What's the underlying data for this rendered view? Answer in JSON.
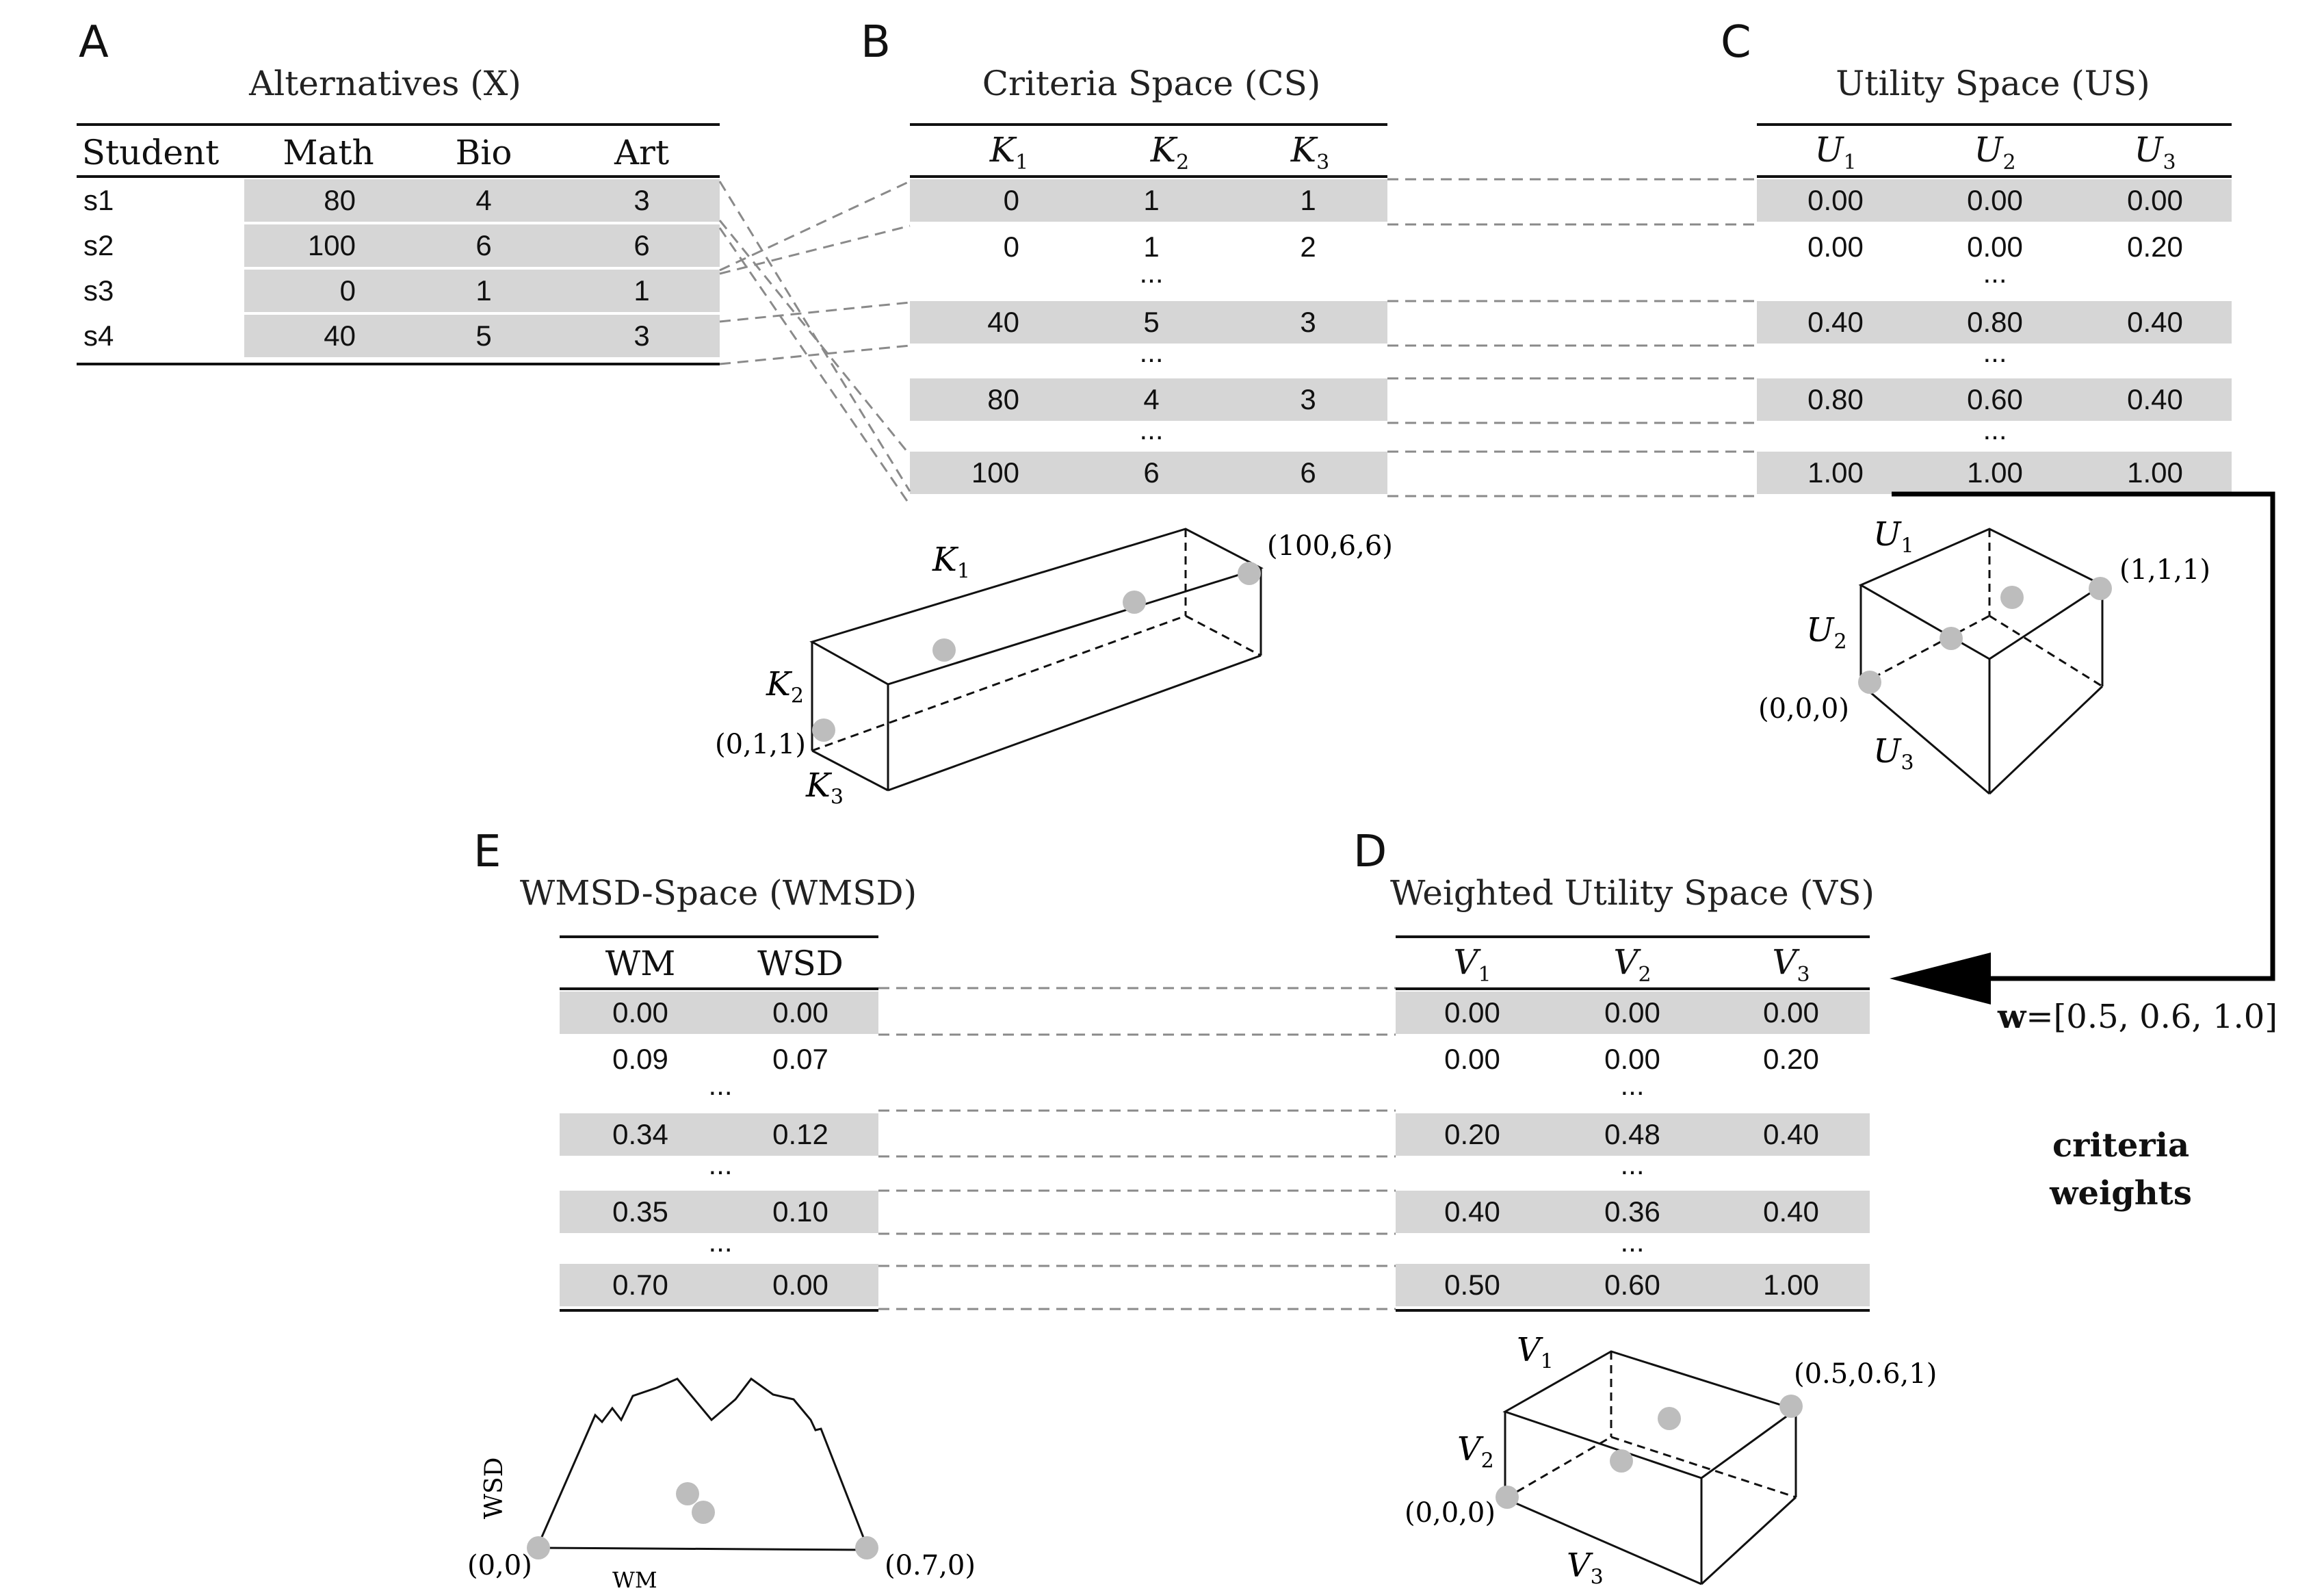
{
  "panels": {
    "A": {
      "letter": "A",
      "title": "Alternatives (X)",
      "headers": [
        "Student",
        "Math",
        "Bio",
        "Art"
      ],
      "rows": [
        [
          "s1",
          "80",
          "4",
          "3"
        ],
        [
          "s2",
          "100",
          "6",
          "6"
        ],
        [
          "s3",
          "0",
          "1",
          "1"
        ],
        [
          "s4",
          "40",
          "5",
          "3"
        ]
      ]
    },
    "B": {
      "letter": "B",
      "title": "Criteria Space (CS)",
      "headers": [
        {
          "base": "K",
          "sub": "1"
        },
        {
          "base": "K",
          "sub": "2"
        },
        {
          "base": "K",
          "sub": "3"
        }
      ],
      "rows": [
        [
          "0",
          "1",
          "1"
        ],
        [
          "0",
          "1",
          "2"
        ],
        [
          "40",
          "5",
          "3"
        ],
        [
          "80",
          "4",
          "3"
        ],
        [
          "100",
          "6",
          "6"
        ]
      ],
      "ellipsis": "...",
      "box": {
        "axis_k1": "K",
        "axis_k1_sub": "1",
        "axis_k2": "K",
        "axis_k2_sub": "2",
        "axis_k3": "K",
        "axis_k3_sub": "3",
        "corner_max": "(100,6,6)",
        "corner_min": "(0,1,1)"
      }
    },
    "C": {
      "letter": "C",
      "title": "Utility Space (US)",
      "headers": [
        {
          "base": "U",
          "sub": "1"
        },
        {
          "base": "U",
          "sub": "2"
        },
        {
          "base": "U",
          "sub": "3"
        }
      ],
      "rows": [
        [
          "0.00",
          "0.00",
          "0.00"
        ],
        [
          "0.00",
          "0.00",
          "0.20"
        ],
        [
          "0.40",
          "0.80",
          "0.40"
        ],
        [
          "0.80",
          "0.60",
          "0.40"
        ],
        [
          "1.00",
          "1.00",
          "1.00"
        ]
      ],
      "ellipsis": "...",
      "cube": {
        "axis_u1": "U",
        "axis_u1_sub": "1",
        "axis_u2": "U",
        "axis_u2_sub": "2",
        "axis_u3": "U",
        "axis_u3_sub": "3",
        "corner_max": "(1,1,1)",
        "corner_min": "(0,0,0)"
      }
    },
    "D": {
      "letter": "D",
      "title": "Weighted Utility Space (VS)",
      "headers": [
        {
          "base": "V",
          "sub": "1"
        },
        {
          "base": "V",
          "sub": "2"
        },
        {
          "base": "V",
          "sub": "3"
        }
      ],
      "rows": [
        [
          "0.00",
          "0.00",
          "0.00"
        ],
        [
          "0.00",
          "0.00",
          "0.20"
        ],
        [
          "0.20",
          "0.48",
          "0.40"
        ],
        [
          "0.40",
          "0.36",
          "0.40"
        ],
        [
          "0.50",
          "0.60",
          "1.00"
        ]
      ],
      "ellipsis": "...",
      "box": {
        "axis_v1": "V",
        "axis_v1_sub": "1",
        "axis_v2": "V",
        "axis_v2_sub": "2",
        "axis_v3": "V",
        "axis_v3_sub": "3",
        "corner_max": "(0.5,0.6,1)",
        "corner_min": "(0,0,0)"
      }
    },
    "E": {
      "letter": "E",
      "title": "WMSD-Space (WMSD)",
      "headers": [
        "WM",
        "WSD"
      ],
      "rows": [
        [
          "0.00",
          "0.00"
        ],
        [
          "0.09",
          "0.07"
        ],
        [
          "0.34",
          "0.12"
        ],
        [
          "0.35",
          "0.10"
        ],
        [
          "0.70",
          "0.00"
        ]
      ],
      "ellipsis": "...",
      "plot": {
        "axis_x": "WM",
        "axis_y": "WSD",
        "corner_left": "(0,0)",
        "corner_right": "(0.7,0)"
      }
    }
  },
  "weights": {
    "vector_bold": "w",
    "vector_rest": "=[0.5, 0.6, 1.0]",
    "label_line1": "criteria",
    "label_line2": "weights"
  },
  "colors": {
    "shade": "#d6d6d6",
    "point": "#bdbdbd",
    "dash": "#8a8a8a",
    "ink": "#111111"
  }
}
